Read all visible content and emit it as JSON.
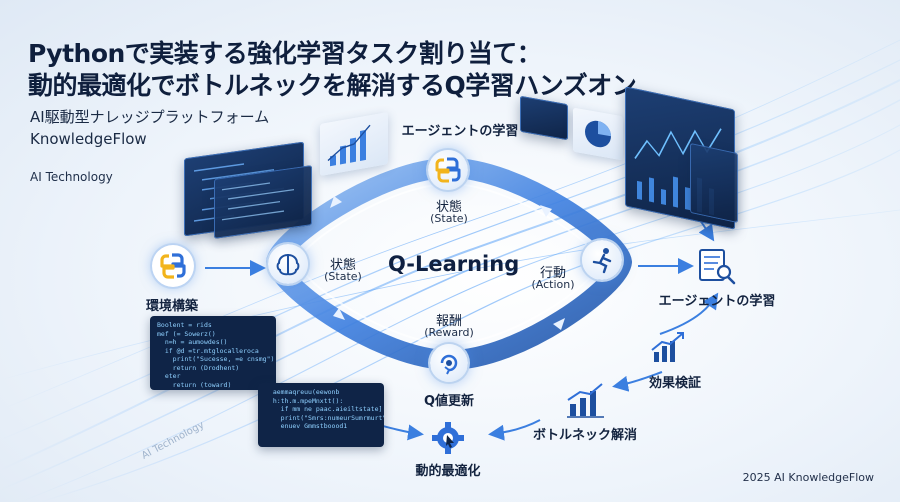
{
  "header": {
    "title_line1": "Pythonで実装する強化学習タスク割り当て：",
    "title_line2": "動的最適化でボトルネックを解消するQ学習ハンズオン",
    "platform_line1": "AI駆動型ナレッジプラットフォーム",
    "platform_line2": "KnowledgeFlow",
    "tag": "AI Technology"
  },
  "cycle": {
    "center": "Q-Learning",
    "top": {
      "label": "状態",
      "sub": "(State)"
    },
    "left": {
      "label": "状態",
      "sub": "(State)"
    },
    "right": {
      "label": "行動",
      "sub": "(Action)"
    },
    "bottom": {
      "label": "報酬",
      "sub": "(Reward)"
    },
    "agent_top": "エージェントの学習",
    "q_update": "Q値更新"
  },
  "flow": {
    "env": "環境構築",
    "agent_right": "エージェントの学習",
    "effect": "効果検証",
    "bottleneck": "ボトルネック解消",
    "dynamic": "動的最適化"
  },
  "code_snippets": {
    "left": "Boolent = rids\nmef (= Sowerz()\n  n=h = aumowdes()\n  if @d =tr.mtglocalleroca\n    print(\"Sucesse, =e cnsmg\")\n    return (Drodhent)\n  eter\n    return (toward)",
    "bottom": "  aemmaqreuu(eewonb\n  h:th.m.mpeMnxtt():\n    if mm ne paac.aieiltstate]\n    print(\"Smrs:numeurSumrmurt\")\n    enuev Gmmstboood1"
  },
  "footer": "2025 AI KnowledgeFlow",
  "watermark": "AI Technology",
  "colors": {
    "accent": "#2f6fd8",
    "navy": "#0f2447",
    "arrow": "#3b7fe0"
  }
}
